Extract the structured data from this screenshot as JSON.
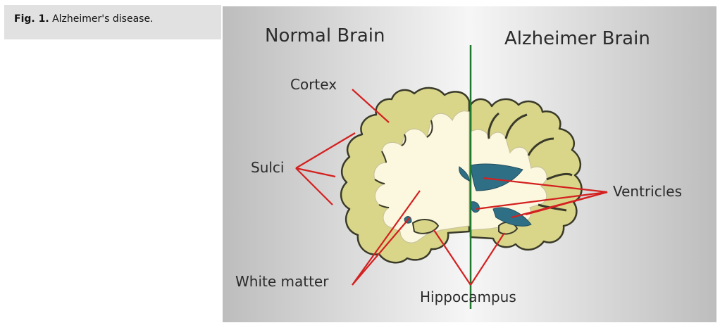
{
  "caption": {
    "label": "Fig. 1.",
    "text": "Alzheimer's disease."
  },
  "diagram": {
    "title_left": "Normal Brain",
    "title_right": "Alzheimer Brain",
    "labels": {
      "cortex": "Cortex",
      "sulci": "Sulci",
      "white_matter": "White matter",
      "ventricles": "Ventricles",
      "hippocampus": "Hippocampus"
    },
    "colors": {
      "cortex": "#d9d68a",
      "white_matter": "#fbf8df",
      "ventricles": "#2f6f85",
      "pointer": "#d42020",
      "midline": "#1f7a2e",
      "outline": "#3a3a2a"
    }
  }
}
